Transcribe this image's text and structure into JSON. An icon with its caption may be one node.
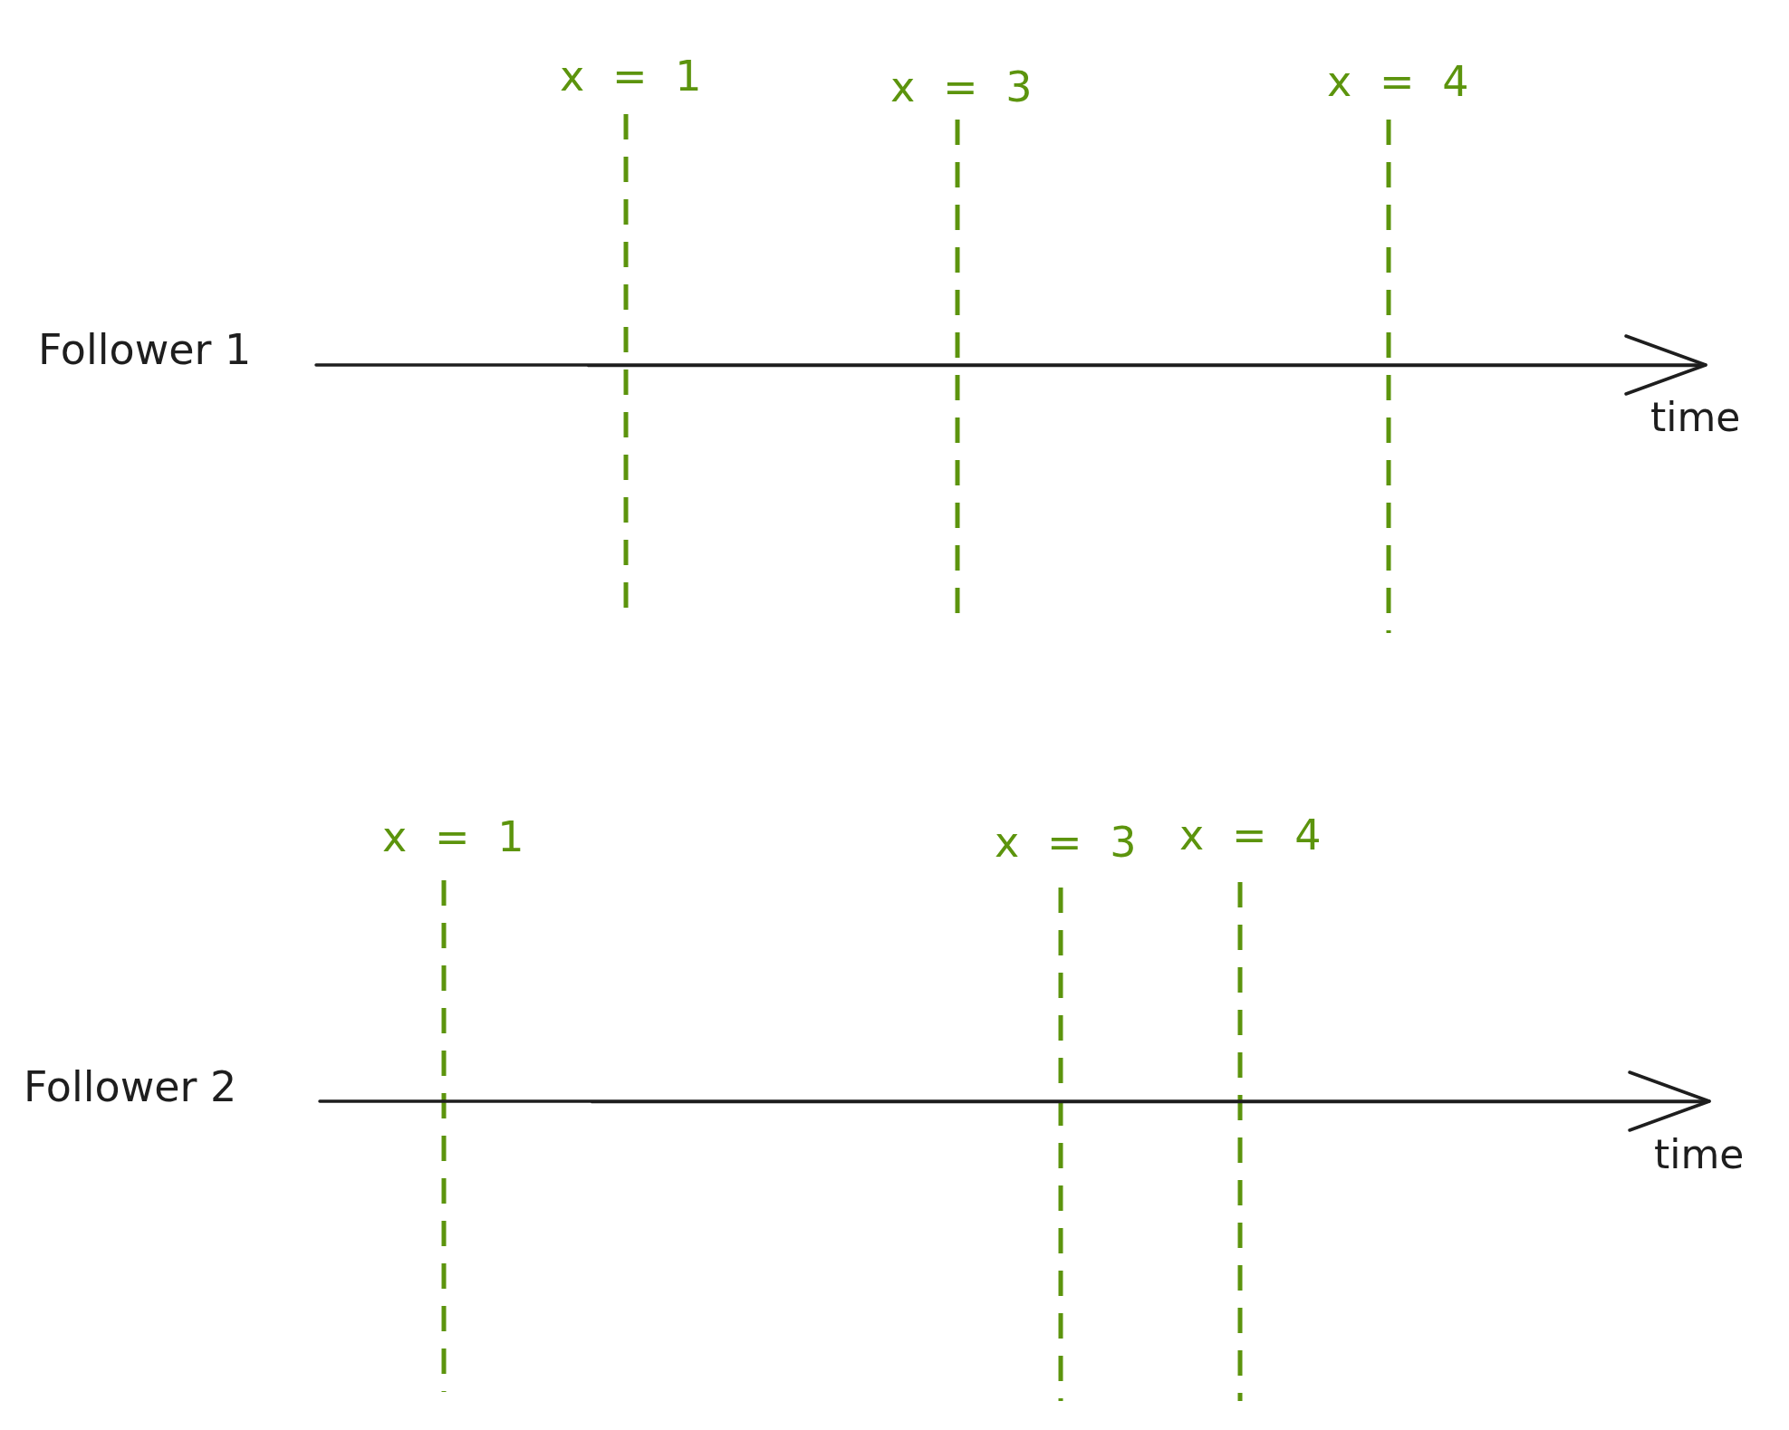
{
  "diagram": {
    "labels": [
      "x = 1",
      "x = 3",
      "x = 4",
      "Follower 1",
      "time",
      "x = 1",
      "x = 3",
      "x = 4",
      "Follower 2",
      "time"
    ]
  }
}
